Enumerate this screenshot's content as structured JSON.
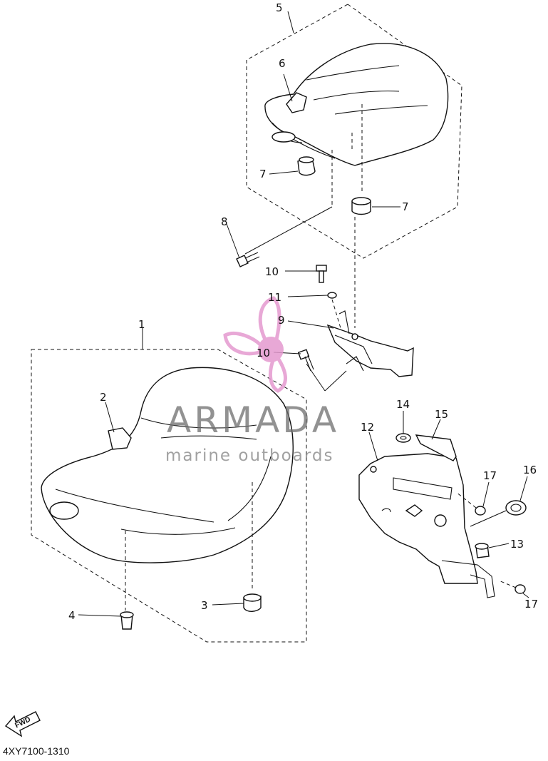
{
  "diagram": {
    "callouts": {
      "c1": "1",
      "c2": "2",
      "c3": "3",
      "c4": "4",
      "c5": "5",
      "c6": "6",
      "c7a": "7",
      "c7b": "7",
      "c8": "8",
      "c9": "9",
      "c10a": "10",
      "c10b": "10",
      "c11": "11",
      "c12": "12",
      "c13": "13",
      "c14": "14",
      "c15": "15",
      "c16": "16",
      "c17a": "17",
      "c17b": "17"
    },
    "drawing_code": "4XY7100-1310",
    "fwd_label": "FWD"
  },
  "watermark": {
    "brand": "ARMADA",
    "tagline": "marine outboards",
    "accent_color": "#e59ad0",
    "text_color": "#6e6e6e"
  }
}
